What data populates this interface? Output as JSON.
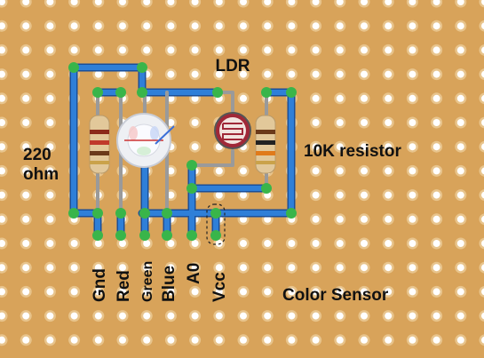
{
  "board": {
    "colors": {
      "board": "#d8a35a",
      "hole": "#ffffff",
      "hole_ring": "#e8c48c",
      "trace": "#2f7fd8",
      "trace_outline": "#1a4f9a",
      "pad": "#39b54a",
      "wire": "#9a9a9a"
    }
  },
  "labels": {
    "ldr": "LDR",
    "r220_line1": "220",
    "r220_line2": "ohm",
    "r10k": "10K resistor",
    "title": "Color Sensor"
  },
  "pins": [
    "Gnd",
    "Red",
    "Green",
    "Blue",
    "A0",
    "Vcc"
  ]
}
